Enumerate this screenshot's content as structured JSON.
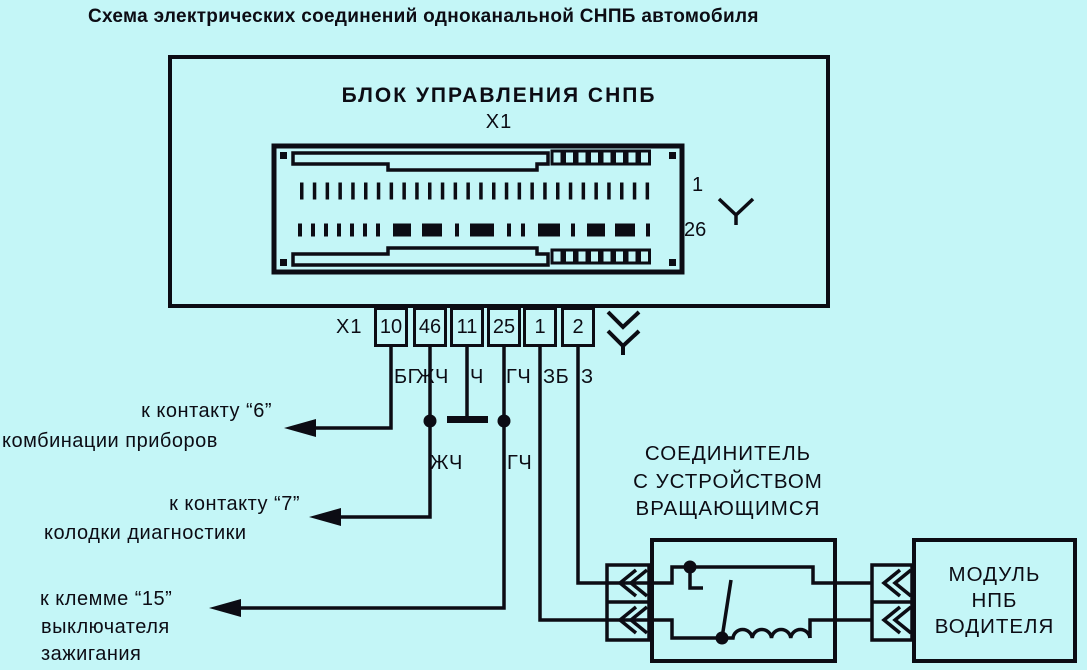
{
  "title": "Схема электрических соединений одноканальной СНПБ автомобиля",
  "ecu": {
    "title": "БЛОК УПРАВЛЕНИЯ СНПБ",
    "connector_label": "X1",
    "pin_first": "1",
    "pin_last": "26"
  },
  "pin_row": {
    "connector_label": "X1",
    "pins": [
      "10",
      "46",
      "11",
      "25",
      "1",
      "2"
    ]
  },
  "wire_labels": {
    "top": [
      "БГ",
      "ЖЧ",
      "Ч",
      "ГЧ",
      "ЗБ",
      "З"
    ],
    "mid": [
      "ЖЧ",
      "ГЧ"
    ]
  },
  "destinations": [
    {
      "line1": "к контакту “6”",
      "line2": "комбинации приборов"
    },
    {
      "line1": "к контакту “7”",
      "line2": "колодки диагностики"
    },
    {
      "line1": "к клемме “15”",
      "line2": "выключателя",
      "line3": "зажигания"
    }
  ],
  "clockspring": {
    "line1": "СОЕДИНИТЕЛЬ",
    "line2": "С УСТРОЙСТВОМ",
    "line3": "ВРАЩАЮЩИМСЯ"
  },
  "module": {
    "line1": "МОДУЛЬ",
    "line2": "НПБ",
    "line3": "ВОДИТЕЛЯ"
  },
  "colors": {
    "background": "#c4f6f7",
    "ink": "#0c0c14"
  }
}
